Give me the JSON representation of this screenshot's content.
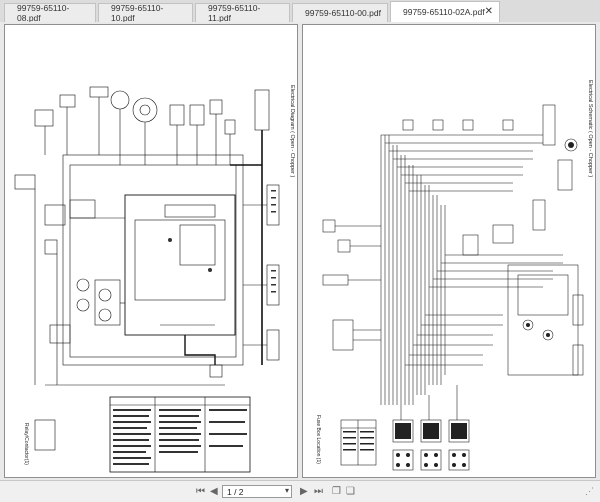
{
  "tabs": [
    {
      "label": "99759-65110-08.pdf"
    },
    {
      "label": "99759-65110-10.pdf"
    },
    {
      "label": "99759-65110-11.pdf"
    },
    {
      "label": "99759-65110-00.pdf"
    },
    {
      "label": "99759-65110-02A.pdf",
      "active": true
    }
  ],
  "tab_close_glyph": "✕",
  "pages": {
    "left_title": "Electrical Diagram ( Open - Chopper )",
    "right_title": "Electrical Schematic ( Open - Chopper )",
    "left_corner_label": "Relay/Contactor(1)",
    "right_corner_label": "Fuse Box Location (1)"
  },
  "nav": {
    "first_icon": "first-page-icon",
    "prev_icon": "prev-page-icon",
    "page_value": "1 / 2",
    "next_icon": "next-page-icon",
    "last_icon": "last-page-icon",
    "fit_icon": "fit-page-icon",
    "dual_icon": "dual-page-icon",
    "corner_icon": "resize-grip-icon"
  },
  "colors": {
    "accent": "#000000",
    "tab_active": "#ffffff",
    "tab_inactive": "#ececec"
  }
}
